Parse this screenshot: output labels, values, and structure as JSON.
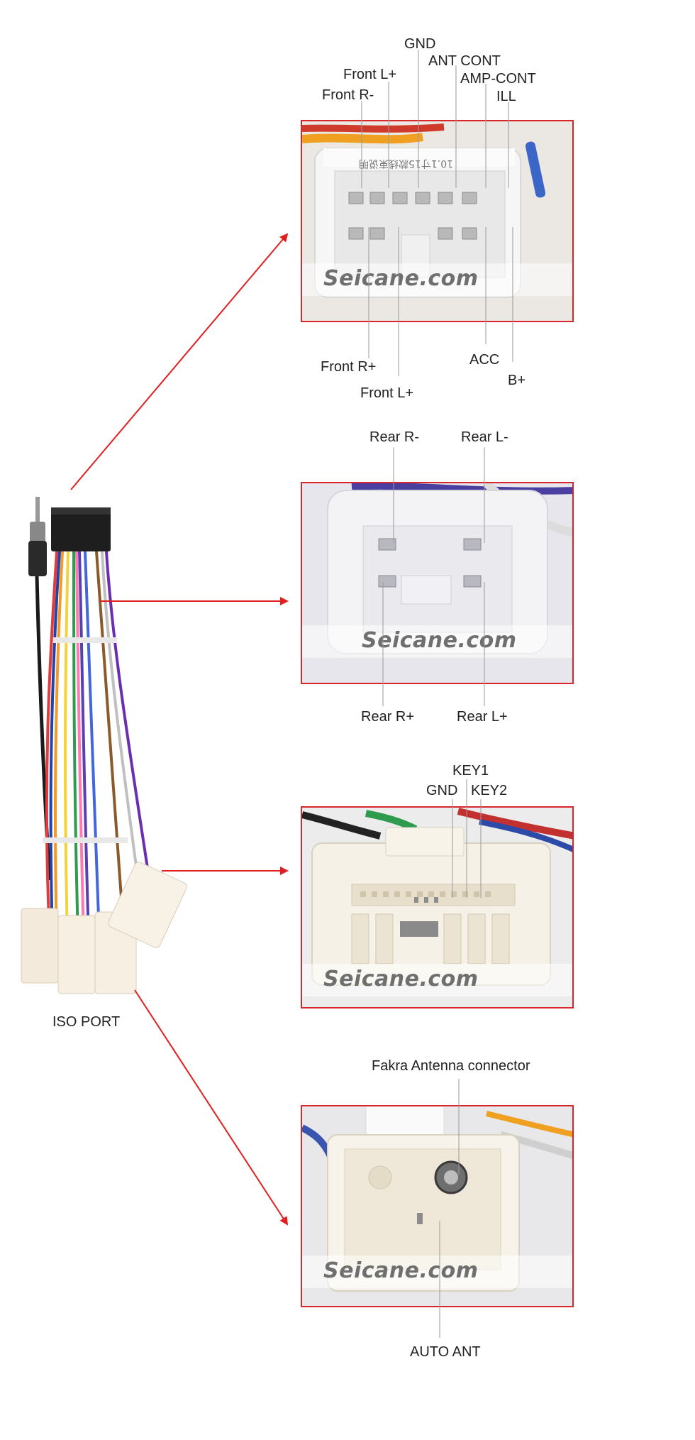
{
  "harness": {
    "label": "ISO PORT"
  },
  "watermark": "Seicane.com",
  "accent_color": "#e02020",
  "panels": [
    {
      "id": "main-connector",
      "top_labels": [
        "GND",
        "ANT CONT",
        "AMP-CONT",
        "ILL",
        "Front L+",
        "Front R-"
      ],
      "bottom_labels": [
        "Front R+",
        "Front L+",
        "ACC",
        "B+"
      ],
      "printed_code": "10.1寸15款线束说明"
    },
    {
      "id": "speaker-connector",
      "top_labels": [
        "Rear R-",
        "Rear L-"
      ],
      "bottom_labels": [
        "Rear R+",
        "Rear L+"
      ]
    },
    {
      "id": "steering-key-connector",
      "top_labels": [
        "KEY1",
        "GND",
        "KEY2"
      ]
    },
    {
      "id": "antenna-connector",
      "top_labels": [
        "Fakra  Antenna connector"
      ],
      "bottom_labels": [
        "AUTO ANT"
      ]
    }
  ]
}
